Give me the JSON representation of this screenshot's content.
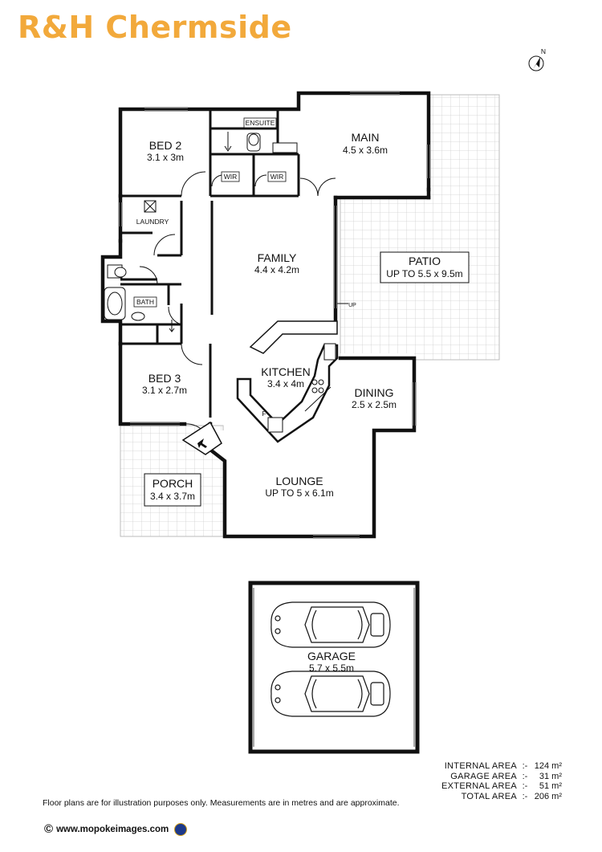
{
  "brand": {
    "title": "R&H Chermside",
    "color": "#f2a93b"
  },
  "compass": {
    "label": "N",
    "icon": "north-arrow-icon"
  },
  "rooms": {
    "bed2": {
      "name": "BED 2",
      "dim": "3.1 x 3m"
    },
    "main": {
      "name": "MAIN",
      "dim": "4.5 x 3.6m"
    },
    "family": {
      "name": "FAMILY",
      "dim": "4.4 x 4.2m"
    },
    "patio": {
      "name": "PATIO",
      "dim": "UP TO 5.5 x 9.5m"
    },
    "kitchen": {
      "name": "KITCHEN",
      "dim": "3.4 x 4m"
    },
    "dining": {
      "name": "DINING",
      "dim": "2.5 x 2.5m"
    },
    "bed3": {
      "name": "BED 3",
      "dim": "3.1 x 2.7m"
    },
    "porch": {
      "name": "PORCH",
      "dim": "3.4 x 3.7m"
    },
    "lounge": {
      "name": "LOUNGE",
      "dim": "UP TO 5 x 6.1m"
    },
    "garage": {
      "name": "GARAGE",
      "dim": "5.7 x 5.5m"
    }
  },
  "small_labels": {
    "ensuite": "ENSUITE",
    "wir": "WIR",
    "laundry": "LAUNDRY",
    "bath": "BATH",
    "up": "UP",
    "fridge": "F"
  },
  "areas": [
    {
      "label": "INTERNAL AREA",
      "sep": ":-",
      "value": "124 m²"
    },
    {
      "label": "GARAGE AREA",
      "sep": ":-",
      "value": "31 m²"
    },
    {
      "label": "EXTERNAL AREA",
      "sep": ":-",
      "value": "51 m²"
    },
    {
      "label": "TOTAL AREA",
      "sep": ":-",
      "value": "206 m²"
    }
  ],
  "disclaimer": "Floor plans are for illustration purposes only. Measurements are in metres and are approximate.",
  "footer": {
    "copyright_symbol": "©",
    "website": "www.mopokeimages.com"
  }
}
